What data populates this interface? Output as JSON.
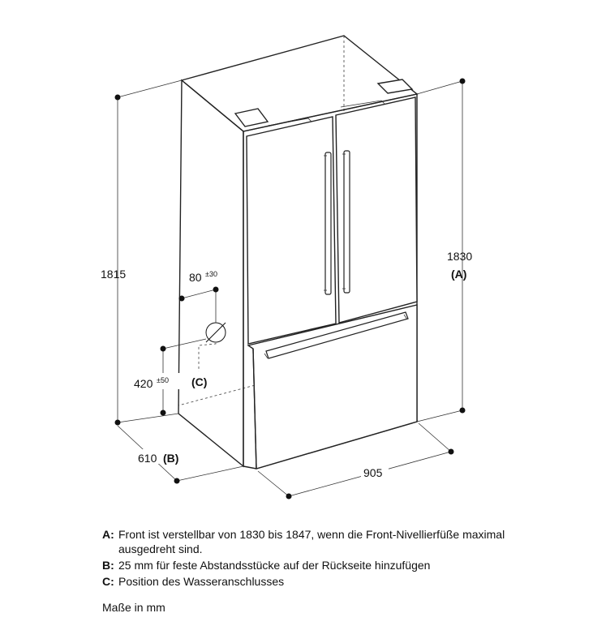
{
  "dimensions": {
    "total_height_back": "1815",
    "total_height_front": "1830",
    "front_height_ref": "(A)",
    "width": "905",
    "depth": "610",
    "depth_ref": "(B)",
    "water_offset_value": "80",
    "water_offset_tolerance": "±30",
    "water_height_value": "420",
    "water_height_tolerance": "±50",
    "water_ref": "(C)"
  },
  "notes": [
    {
      "key": "A:",
      "text": "Front ist verstellbar von 1830 bis 1847, wenn die Front-Nivellierfüße maximal ausgedreht sind."
    },
    {
      "key": "B:",
      "text": "25 mm für feste Abstandsstücke auf der Rückseite hinzufügen"
    },
    {
      "key": "C:",
      "text": "Position des Wasseranschlusses"
    }
  ],
  "units": "Maße in mm"
}
